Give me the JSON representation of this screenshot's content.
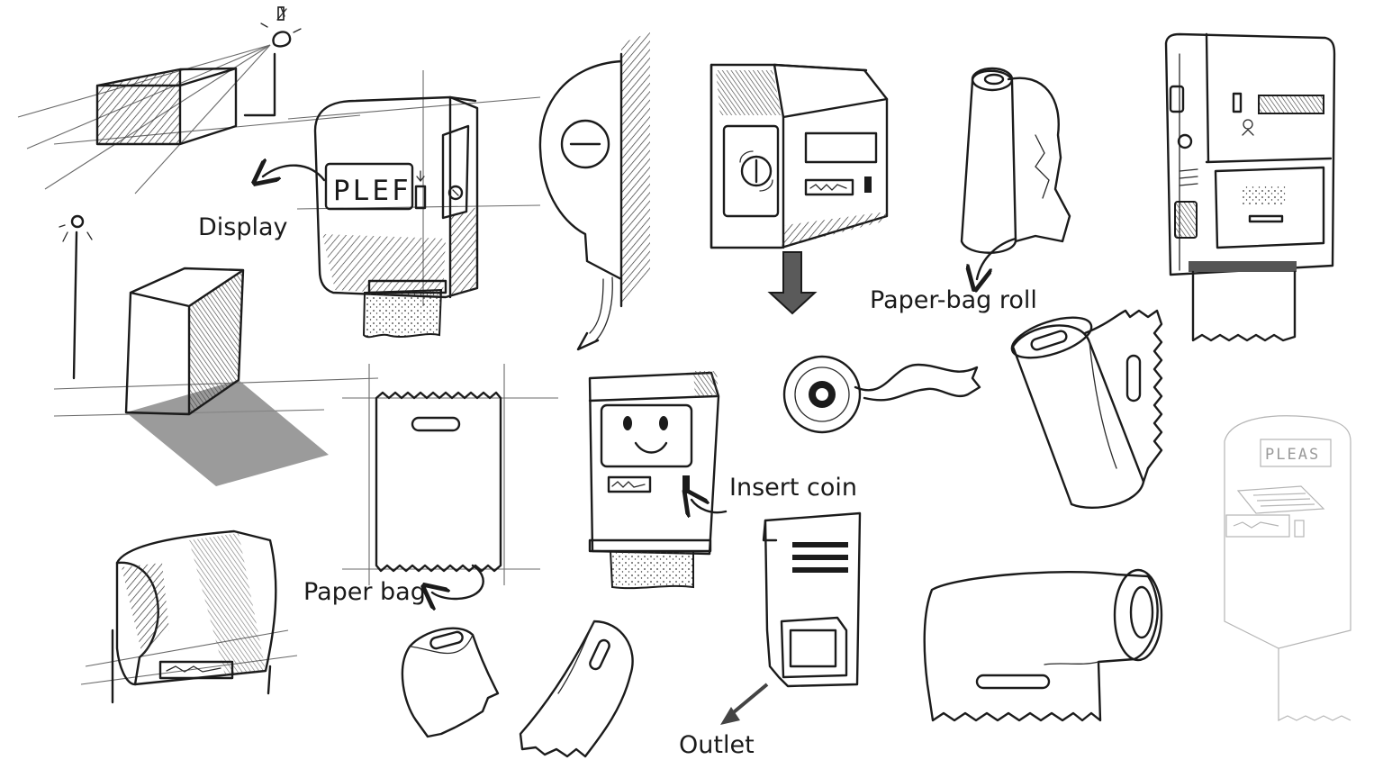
{
  "labels": {
    "display": "Display",
    "paper_bag_roll": "Paper-bag roll",
    "insert_coin": "Insert coin",
    "paper_bag": "Paper bag",
    "outlet": "Outlet"
  },
  "display_text": "PLEF",
  "faint_display_text": "PLEAS",
  "colors": {
    "ink": "#1b1b1b",
    "background": "#ffffff",
    "arrow_fill": "#555555",
    "shadow": "#7a7a7a"
  }
}
